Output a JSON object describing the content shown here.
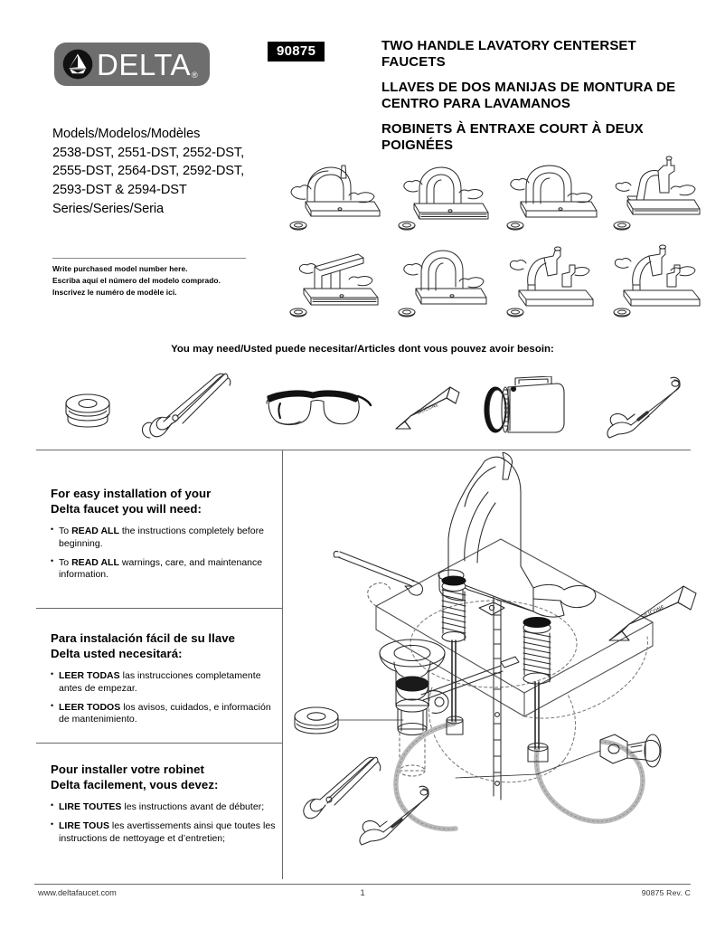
{
  "document": {
    "doc_number": "90875",
    "revision": "90875   Rev. C",
    "page_number": "1",
    "website": "www.deltafaucet.com"
  },
  "brand": {
    "name": "DELTA",
    "registered_mark": "®",
    "logo_pill_color": "#6e6e6e",
    "logo_mark_name": "delta-triangle-icon"
  },
  "titles": {
    "english": "TWO HANDLE LAVATORY\nCENTERSET FAUCETS",
    "spanish": "LLAVES DE DOS MANIJAS DE MONTURA\nDE CENTRO PARA LAVAMANOS",
    "french": "ROBINETS À ENTRAXE COURT À\nDEUX POIGNÉES"
  },
  "models": {
    "text": "Models/Modelos/Modèles\n2538-DST, 2551-DST, 2552-DST,\n2555-DST, 2564-DST, 2592-DST,\n2593-DST & 2594-DST\nSeries/Series/Seria"
  },
  "write_in": {
    "text": "Write purchased model number here.\nEscriba aquí el número del modelo comprado.\nInscrivez le numéro de modèle ici."
  },
  "faucet_variants": [
    {
      "name": "faucet-2538-dst",
      "style": "high-arc-lever"
    },
    {
      "name": "faucet-2551-dst",
      "style": "arc-wing"
    },
    {
      "name": "faucet-2552-dst",
      "style": "low-arc-blade"
    },
    {
      "name": "faucet-2555-dst",
      "style": "victorian-cross"
    },
    {
      "name": "faucet-2564-dst",
      "style": "channel-spout"
    },
    {
      "name": "faucet-2592-dst",
      "style": "curved-gooseneck"
    },
    {
      "name": "faucet-2593-dst",
      "style": "traditional-lever"
    },
    {
      "name": "faucet-2594-dst",
      "style": "classic-lever"
    }
  ],
  "you_may_need": {
    "heading": "You may need/Usted puede necesitar/Articles dont vous pouvez avoir besoin:",
    "tools": [
      {
        "name": "plumbers-tape-icon",
        "label": "plumber's tape"
      },
      {
        "name": "pliers-icon",
        "label": "tongue and groove pliers"
      },
      {
        "name": "safety-glasses-icon",
        "label": "safety glasses"
      },
      {
        "name": "silicone-tube-icon",
        "label": "silicone sealant",
        "tube_label": "SILICONE"
      },
      {
        "name": "flashlight-icon",
        "label": "flashlight"
      },
      {
        "name": "adjustable-wrench-icon",
        "label": "adjustable wrench"
      }
    ]
  },
  "instructions": [
    {
      "id": "english",
      "heading": "For easy installation of your\nDelta faucet you will need:",
      "items": [
        {
          "pre": "To ",
          "bold": "READ ALL",
          "post": " the instructions completely before beginning."
        },
        {
          "pre": "To ",
          "bold": "READ ALL",
          "post": " warnings, care, and maintenance information."
        }
      ]
    },
    {
      "id": "spanish",
      "heading": "Para instalación fácil de su llave\nDelta usted necesitará:",
      "items": [
        {
          "pre": "",
          "bold": "LEER TODAS",
          "post": " las instrucciones completamente antes de empezar."
        },
        {
          "pre": "",
          "bold": "LEER TODOS",
          "post": " los avisos, cuidados, e información de mantenimiento."
        }
      ]
    },
    {
      "id": "french",
      "heading": "Pour installer votre robinet\nDelta facilement, vous devez:",
      "items": [
        {
          "pre": "",
          "bold": "LIRE TOUTES",
          "post": " les instructions avant de débuter;"
        },
        {
          "pre": "",
          "bold": "LIRE TOUS",
          "post": " les avertissements ainsi que toutes les instructions de nettoyage et d’entretien;"
        }
      ]
    }
  ],
  "main_illustration": {
    "name": "faucet-installation-exploded-view",
    "label": "SILICONE",
    "components": [
      "faucet-body",
      "sink-deck-outline",
      "pop-up-drain",
      "mounting-nuts",
      "lift-rod",
      "clevis-strap",
      "supply-lines",
      "shutoff-valve",
      "plumbers-tape",
      "pliers",
      "adjustable-wrench",
      "silicone-tube"
    ]
  },
  "colors": {
    "line": "#2a2a2a",
    "rule": "#6a6a6a",
    "logo_gray": "#6e6e6e",
    "badge_black": "#000000",
    "hose_gray": "#b9b9b9"
  }
}
